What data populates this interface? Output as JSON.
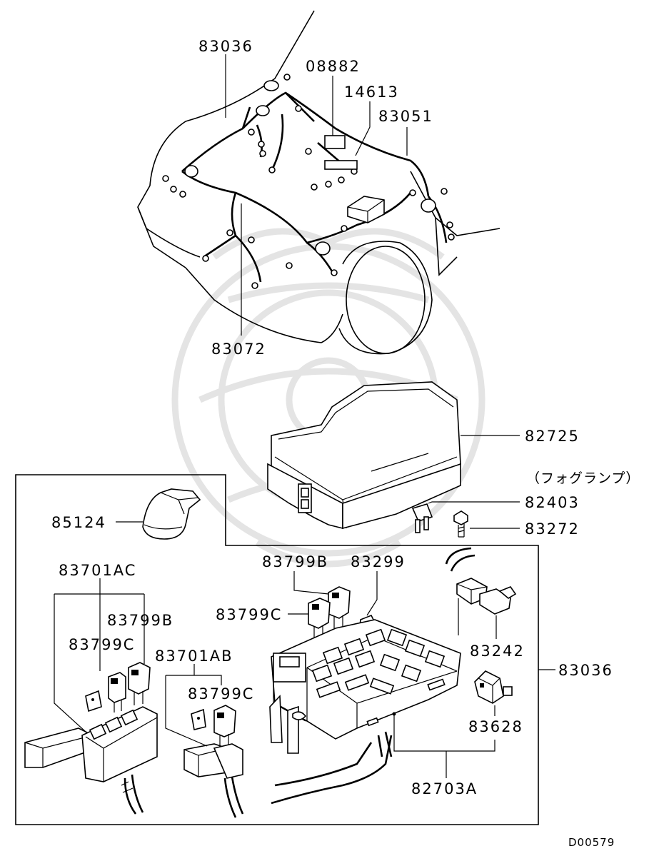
{
  "labels": {
    "top_harness": "83036",
    "part_08882": "08882",
    "part_14613": "14613",
    "part_83051": "83051",
    "part_83072": "83072",
    "cover": "82725",
    "fog_lamp_note": "（フォグランプ）",
    "fuse": "82403",
    "bolt": "83272",
    "part_85124": "85124",
    "part_83799B_top": "83799B",
    "part_83299": "83299",
    "part_83799C_top": "83799C",
    "part_83701AC": "83701AC",
    "part_83799B_left": "83799B",
    "part_83799C_left": "83799C",
    "part_83701AB": "83701AB",
    "part_83799C_mid": "83799C",
    "part_83242": "83242",
    "box_harness": "83036",
    "part_83628": "83628",
    "part_82703A": "82703A",
    "diagram_code": "D00579"
  }
}
